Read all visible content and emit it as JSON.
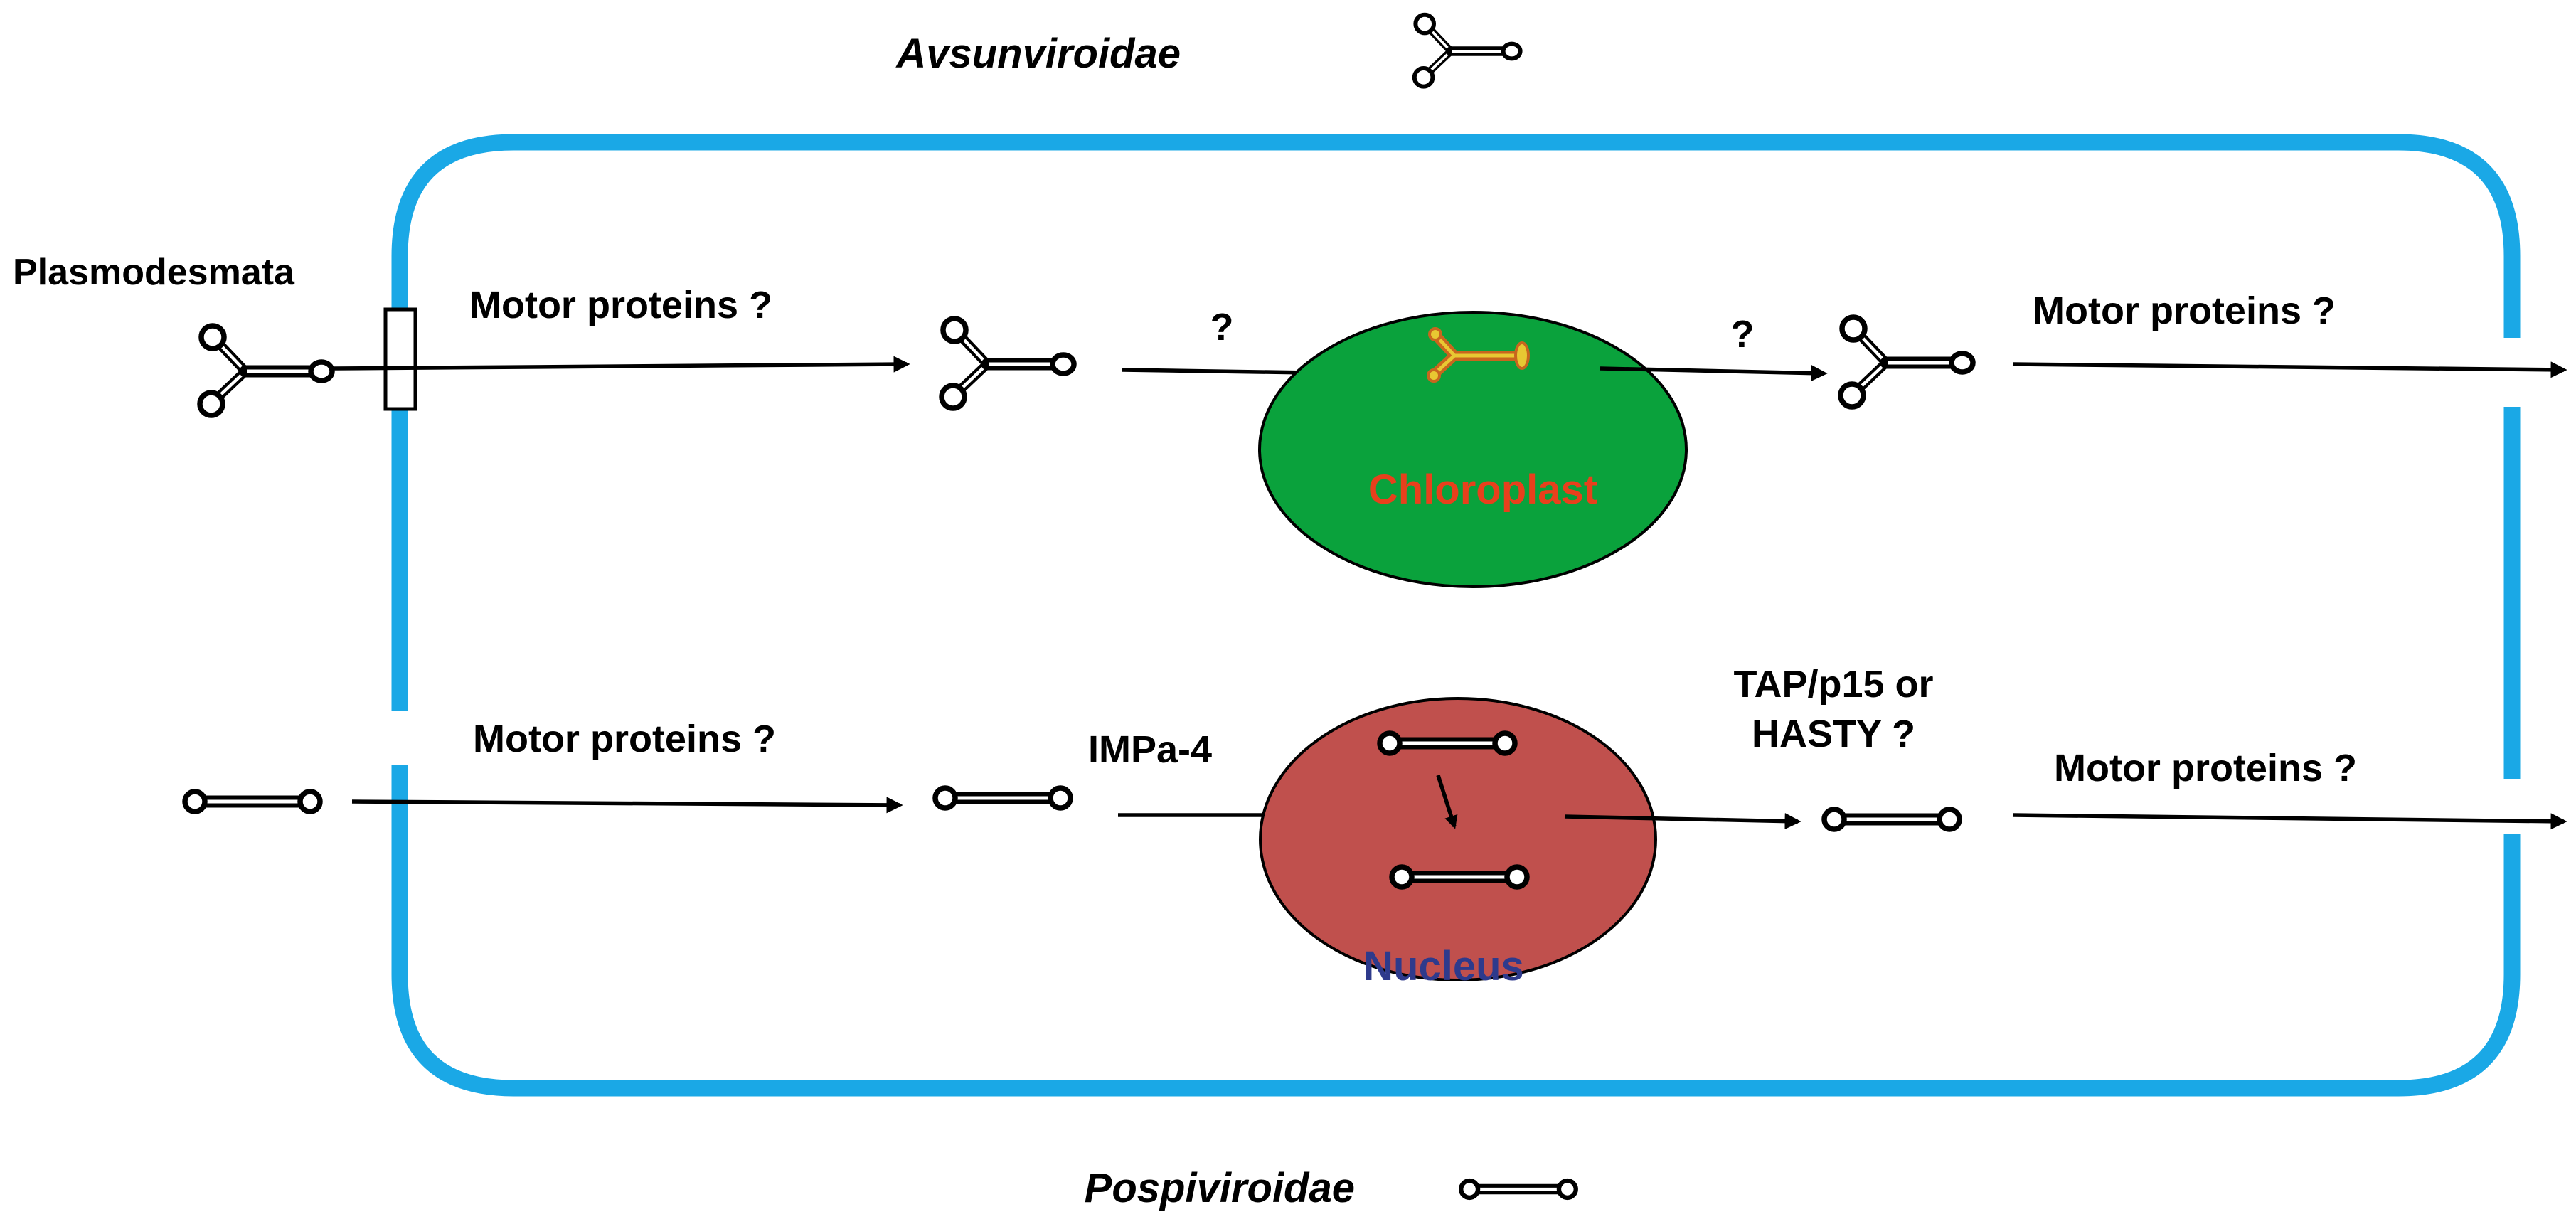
{
  "legend": {
    "top_family": "Avsunviroidae",
    "bottom_family": "Pospiviroidae"
  },
  "labels": {
    "plasmodesmata": "Plasmodesmata",
    "motor_proteins": "Motor proteins ?",
    "question": "?",
    "impa4": "IMPa-4",
    "tap_line1": "TAP/p15 or",
    "tap_line2": "HASTY ?"
  },
  "organelles": {
    "chloroplast": {
      "label": "Chloroplast",
      "fill": "#0aa23c",
      "text_color": "#e8401c"
    },
    "nucleus": {
      "label": "Nucleus",
      "fill": "#c0504d",
      "text_color": "#2e3a8c"
    }
  },
  "colors": {
    "cell_wall": "#1aa8e6",
    "arrow": "#000000",
    "chloroplast_viroid": "#c8661e",
    "chloroplast_viroid_fill": "#e8c832"
  },
  "icons": {
    "branched_viroid": "branched-viroid-icon",
    "rod_viroid": "rod-viroid-icon"
  }
}
